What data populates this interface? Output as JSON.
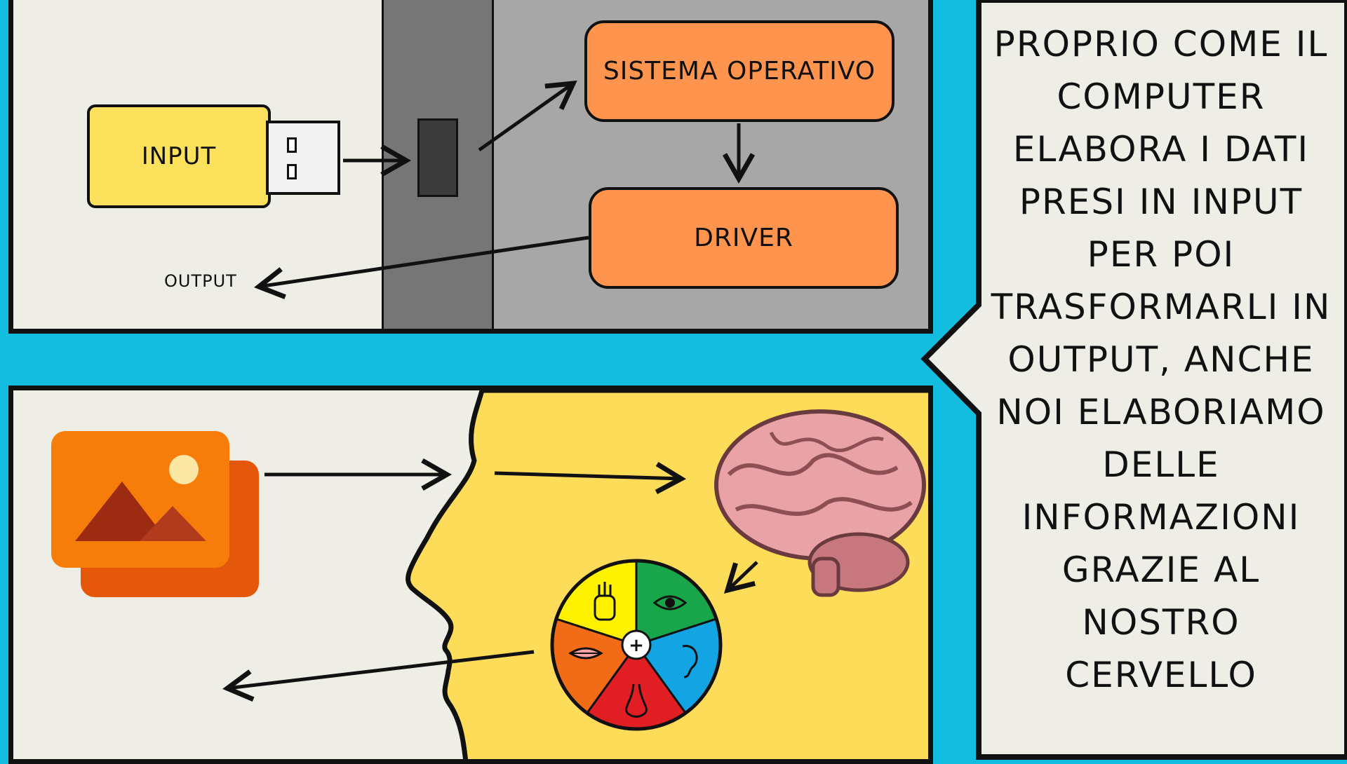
{
  "computer_diagram": {
    "input_label": "INPUT",
    "os_label": "SISTEMA OPERATIVO",
    "driver_label": "DRIVER",
    "output_label": "OUTPUT"
  },
  "human_diagram": {
    "senses": [
      "touch",
      "sight",
      "hearing",
      "smell",
      "taste"
    ],
    "center_symbol": "+"
  },
  "callout": {
    "text": "PROPRIO COME IL COMPUTER ELABORA I DATI PRESI IN INPUT PER POI TRASFORMARLI IN OUTPUT, ANCHE NOI ELABORIAMO DELLE INFORMAZIONI GRAZIE AL NOSTRO CERVELLO"
  },
  "colors": {
    "background": "#12bde0",
    "panel": "#efeee6",
    "orange_box": "#ff944e",
    "usb": "#fce15c",
    "face": "#fddc5a"
  },
  "icons": [
    "usb-stick-icon",
    "image-gallery-icon",
    "face-profile-icon",
    "brain-icon",
    "five-senses-wheel-icon",
    "hand-icon",
    "eye-icon",
    "ear-icon",
    "nose-icon",
    "mouth-icon"
  ]
}
